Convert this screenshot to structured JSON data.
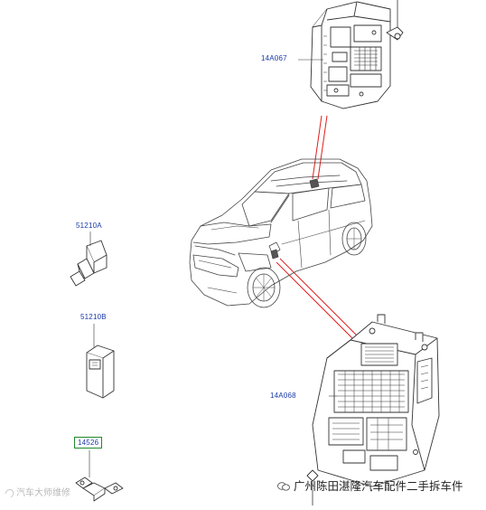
{
  "parts": {
    "upper_module": {
      "code": "14A067"
    },
    "lower_module": {
      "code": "14A068"
    },
    "relay_a": {
      "code": "51210A"
    },
    "relay_b": {
      "code": "51210B"
    },
    "fuse_link": {
      "code": "14526"
    }
  },
  "watermarks": {
    "left": "汽车大师维修",
    "right": "广州陈田湛隆汽车配件二手拆车件"
  },
  "colors": {
    "label_text": "#1a3aa8",
    "highlight_box": "#1f8a2b",
    "leader_lines": "#e02020",
    "line_art": "#333333"
  },
  "icons": [
    "wechat-icon"
  ]
}
